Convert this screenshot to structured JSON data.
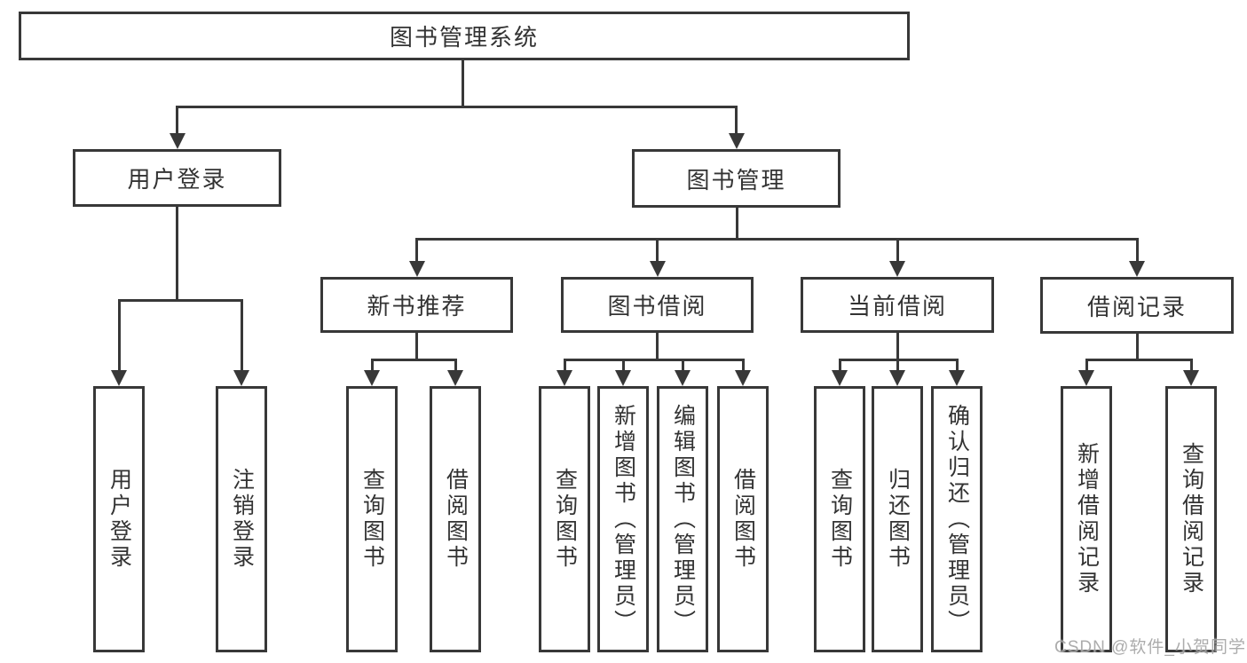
{
  "colors": {
    "line": "#383838",
    "box_border": "#383838",
    "box_background": "#ffffff",
    "text": "#333333",
    "page_background": "#ffffff",
    "watermark": "#9e9e9e"
  },
  "tree": {
    "root": {
      "label": "图书管理系统"
    },
    "children": [
      {
        "label": "用户登录",
        "children": [
          {
            "label": "用户登录"
          },
          {
            "label": "注销登录"
          }
        ]
      },
      {
        "label": "图书管理",
        "children": [
          {
            "label": "新书推荐",
            "children": [
              {
                "label": "查询图书"
              },
              {
                "label": "借阅图书"
              }
            ]
          },
          {
            "label": "图书借阅",
            "children": [
              {
                "label": "查询图书"
              },
              {
                "label": "新增图书（管理员）"
              },
              {
                "label": "编辑图书（管理员）"
              },
              {
                "label": "借阅图书"
              }
            ]
          },
          {
            "label": "当前借阅",
            "children": [
              {
                "label": "查询图书"
              },
              {
                "label": "归还图书"
              },
              {
                "label": "确认归还（管理员）"
              }
            ]
          },
          {
            "label": "借阅记录",
            "children": [
              {
                "label": "新增借阅记录"
              },
              {
                "label": "查询借阅记录"
              }
            ]
          }
        ]
      }
    ]
  },
  "watermark": {
    "text": "CSDN @软件_小贺同学"
  }
}
